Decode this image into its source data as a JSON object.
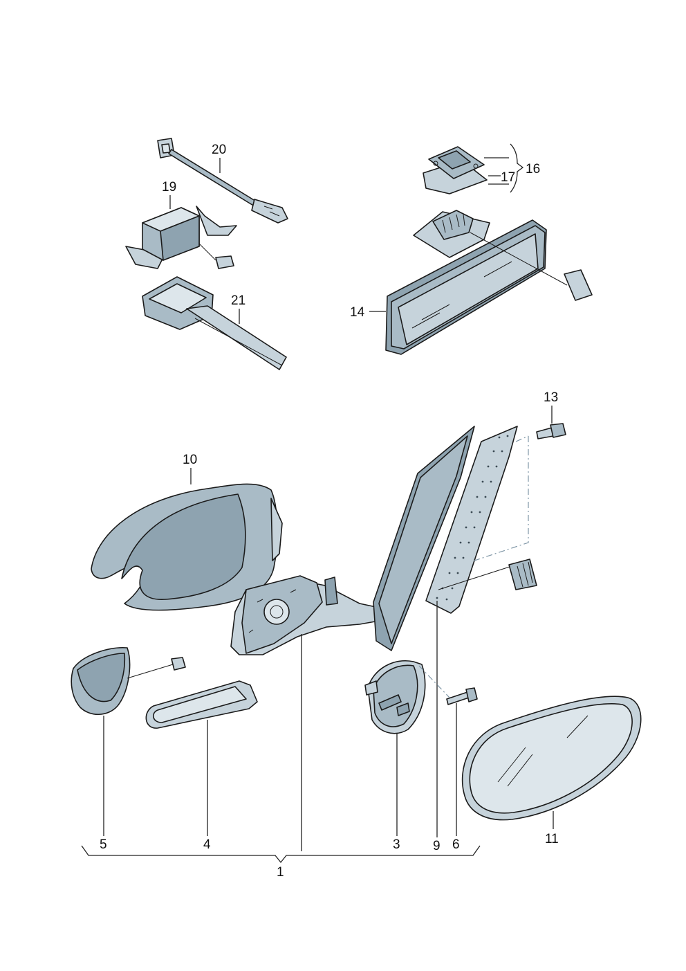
{
  "diagram": {
    "labels": {
      "p1": "1",
      "p3": "3",
      "p4": "4",
      "p5": "5",
      "p6": "6",
      "p9": "9",
      "p10": "10",
      "p11": "11",
      "p13": "13",
      "p14": "14",
      "p16": "16",
      "p17": "17",
      "p19": "19",
      "p20": "20",
      "p21": "21"
    }
  }
}
